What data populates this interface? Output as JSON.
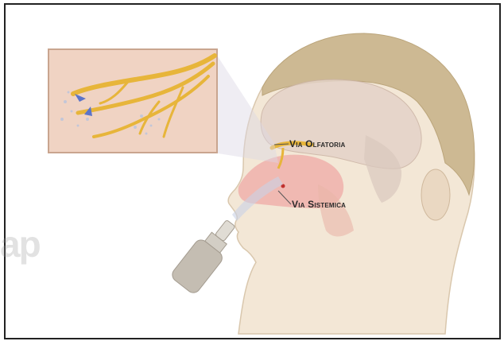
{
  "labels": {
    "olfactory_route": "Via Olfatoria",
    "systemic_route": "Via Sistemica"
  },
  "watermark": "ap",
  "colors": {
    "frame": "#222222",
    "skin": "#f2e6d4",
    "hair": "#c9b48c",
    "nerve": "#e7b53a",
    "inset_bg": "#f0d3c3",
    "inset_border": "#c9a58f",
    "nasal_cavity": "#efa9a5",
    "bottle": "#c4bdb2"
  },
  "icons": [
    "nasal-spray-bottle-icon",
    "particle-arrow-icon"
  ]
}
